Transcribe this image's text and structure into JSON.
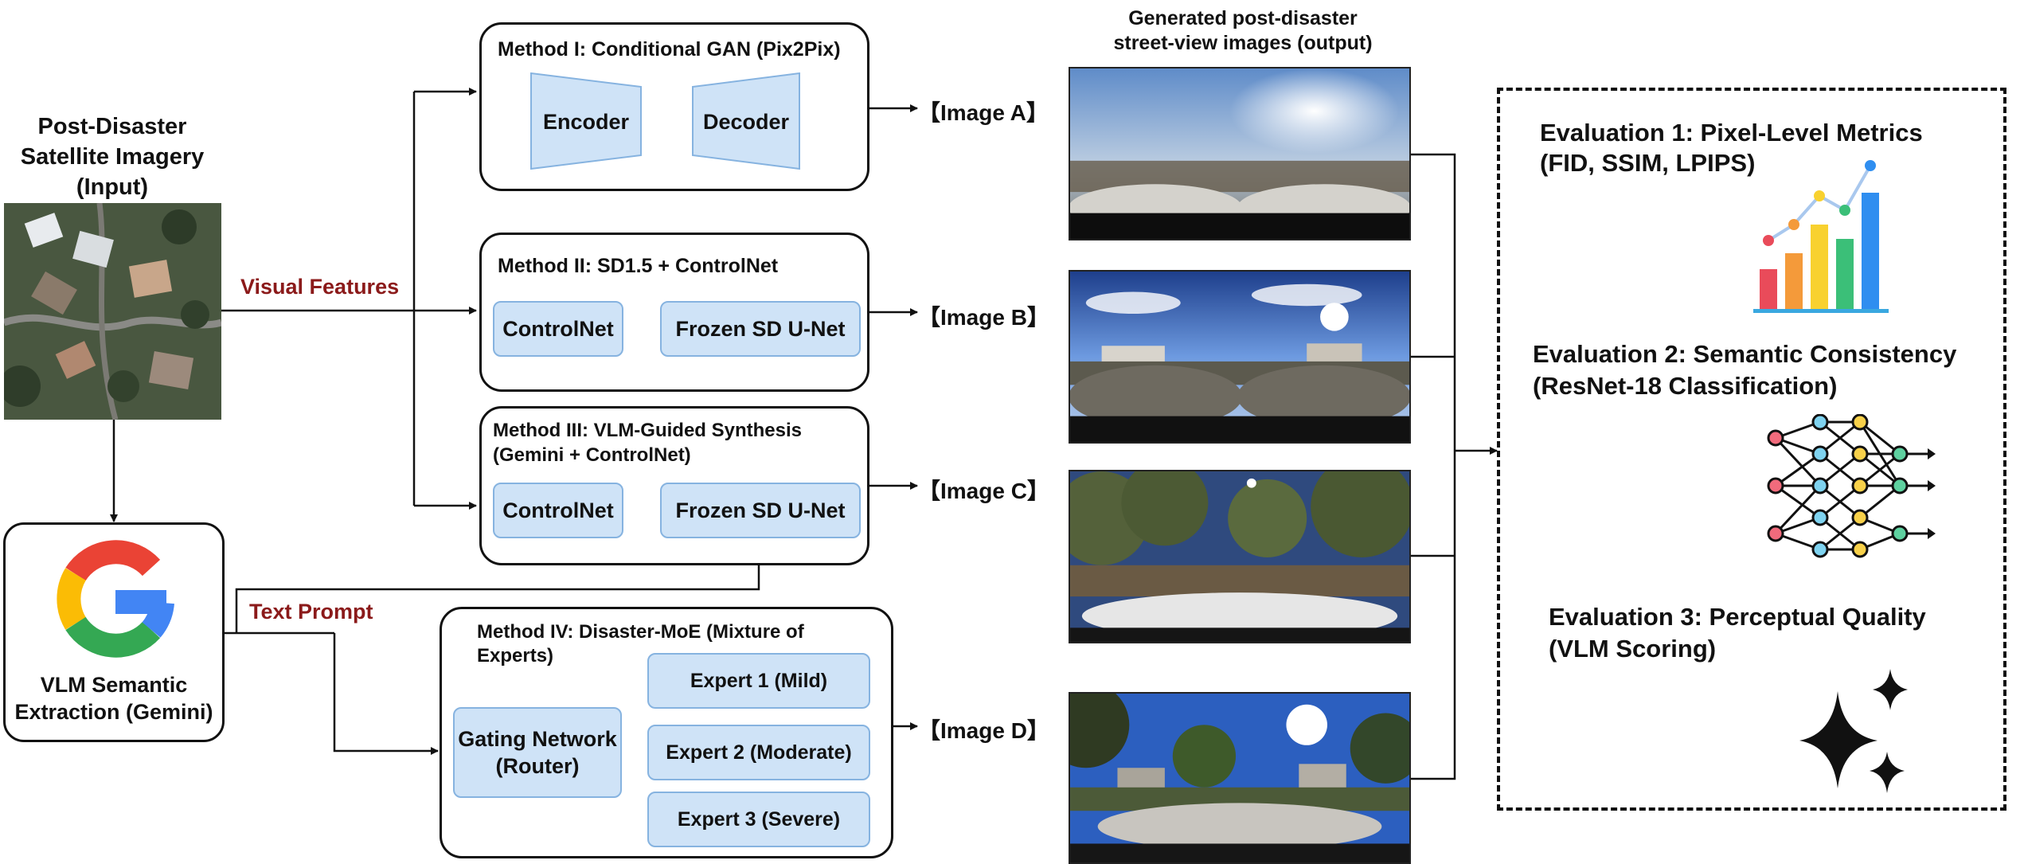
{
  "input": {
    "title_lines": [
      "Post-Disaster",
      "Satellite Imagery",
      "(Input)"
    ]
  },
  "vlm": {
    "label_lines": [
      "VLM Semantic",
      "Extraction (Gemini)"
    ]
  },
  "edges": {
    "visual_features": "Visual Features",
    "text_prompt": "Text Prompt"
  },
  "methods": {
    "m1": {
      "title": "Method I: Conditional GAN (Pix2Pix)",
      "encoder": "Encoder",
      "decoder": "Decoder"
    },
    "m2": {
      "title": "Method II:  SD1.5 + ControlNet",
      "controlnet": "ControlNet",
      "unet": "Frozen SD U-Net"
    },
    "m3": {
      "title_lines": [
        "Method III: VLM-Guided Synthesis",
        "(Gemini + ControlNet)"
      ],
      "controlnet": "ControlNet",
      "unet": "Frozen SD U-Net"
    },
    "m4": {
      "title_lines": [
        "Method IV: Disaster-MoE (Mixture of",
        "Experts)"
      ],
      "gating_lines": [
        "Gating Network",
        "(Router)"
      ],
      "experts": [
        "Expert 1 (Mild)",
        "Expert 2 (Moderate)",
        "Expert 3 (Severe)"
      ]
    }
  },
  "outputs": {
    "header_lines": [
      "Generated post-disaster",
      "street-view images (output)"
    ],
    "labels": [
      "【Image A】",
      "【Image B】",
      "【Image C】",
      "【Image D】"
    ]
  },
  "evaluations": [
    {
      "lines": [
        "Evaluation 1: Pixel-Level Metrics",
        "(FID, SSIM, LPIPS)"
      ],
      "icon": "bar-chart-icon"
    },
    {
      "lines": [
        "Evaluation 2: Semantic Consistency",
        "(ResNet-18 Classification)"
      ],
      "icon": "neural-network-icon"
    },
    {
      "lines": [
        "Evaluation 3: Perceptual Quality",
        "(VLM Scoring)"
      ],
      "icon": "sparkles-icon"
    }
  ],
  "colors": {
    "box_fill": "#cfe3f7",
    "box_border": "#86b3e0",
    "edge_label": "#8b1a1a",
    "google_blue": "#4285F4",
    "google_red": "#EA4335",
    "google_yellow": "#FBBC05",
    "google_green": "#34A853"
  }
}
